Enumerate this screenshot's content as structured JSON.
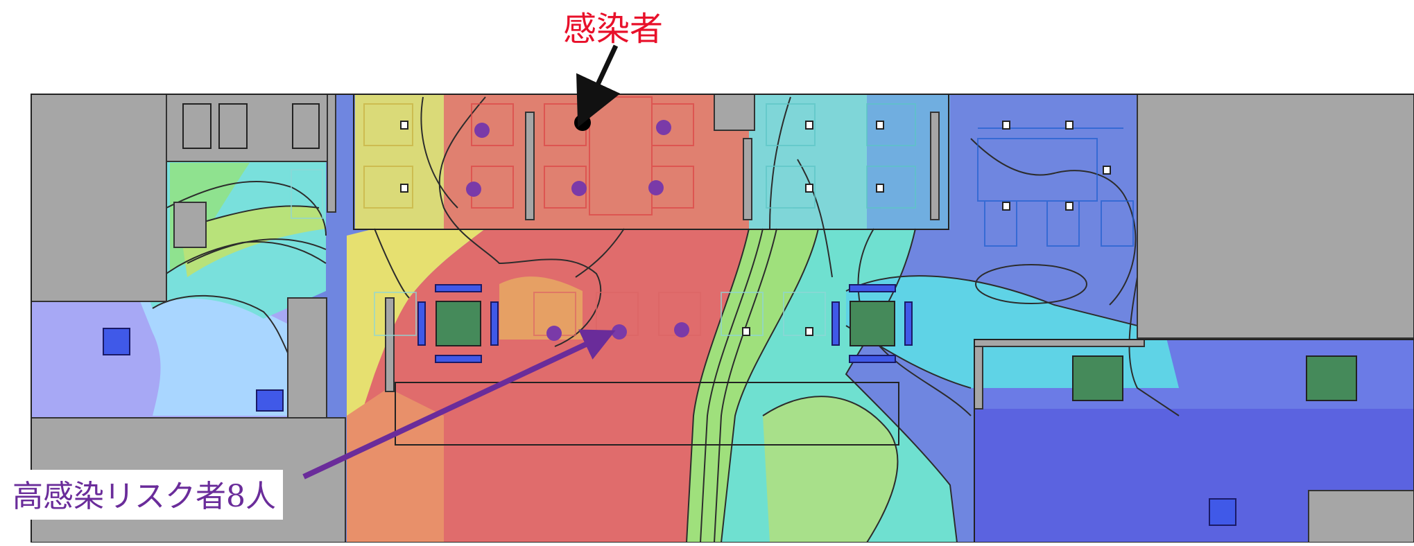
{
  "labels": {
    "infected": "感染者",
    "high_risk": "高感染リスク者8人"
  },
  "colors": {
    "infected_label": "#e8102a",
    "risk_label": "#6a2c9a",
    "wall_gray": "#a6a6a6",
    "table_green": "#458a5a",
    "chair_blue": "#4059e8",
    "person_dot": "#7a3aa8",
    "infected_dot": "#000000"
  },
  "people": {
    "infected_count": 1,
    "high_risk_count": 8
  }
}
